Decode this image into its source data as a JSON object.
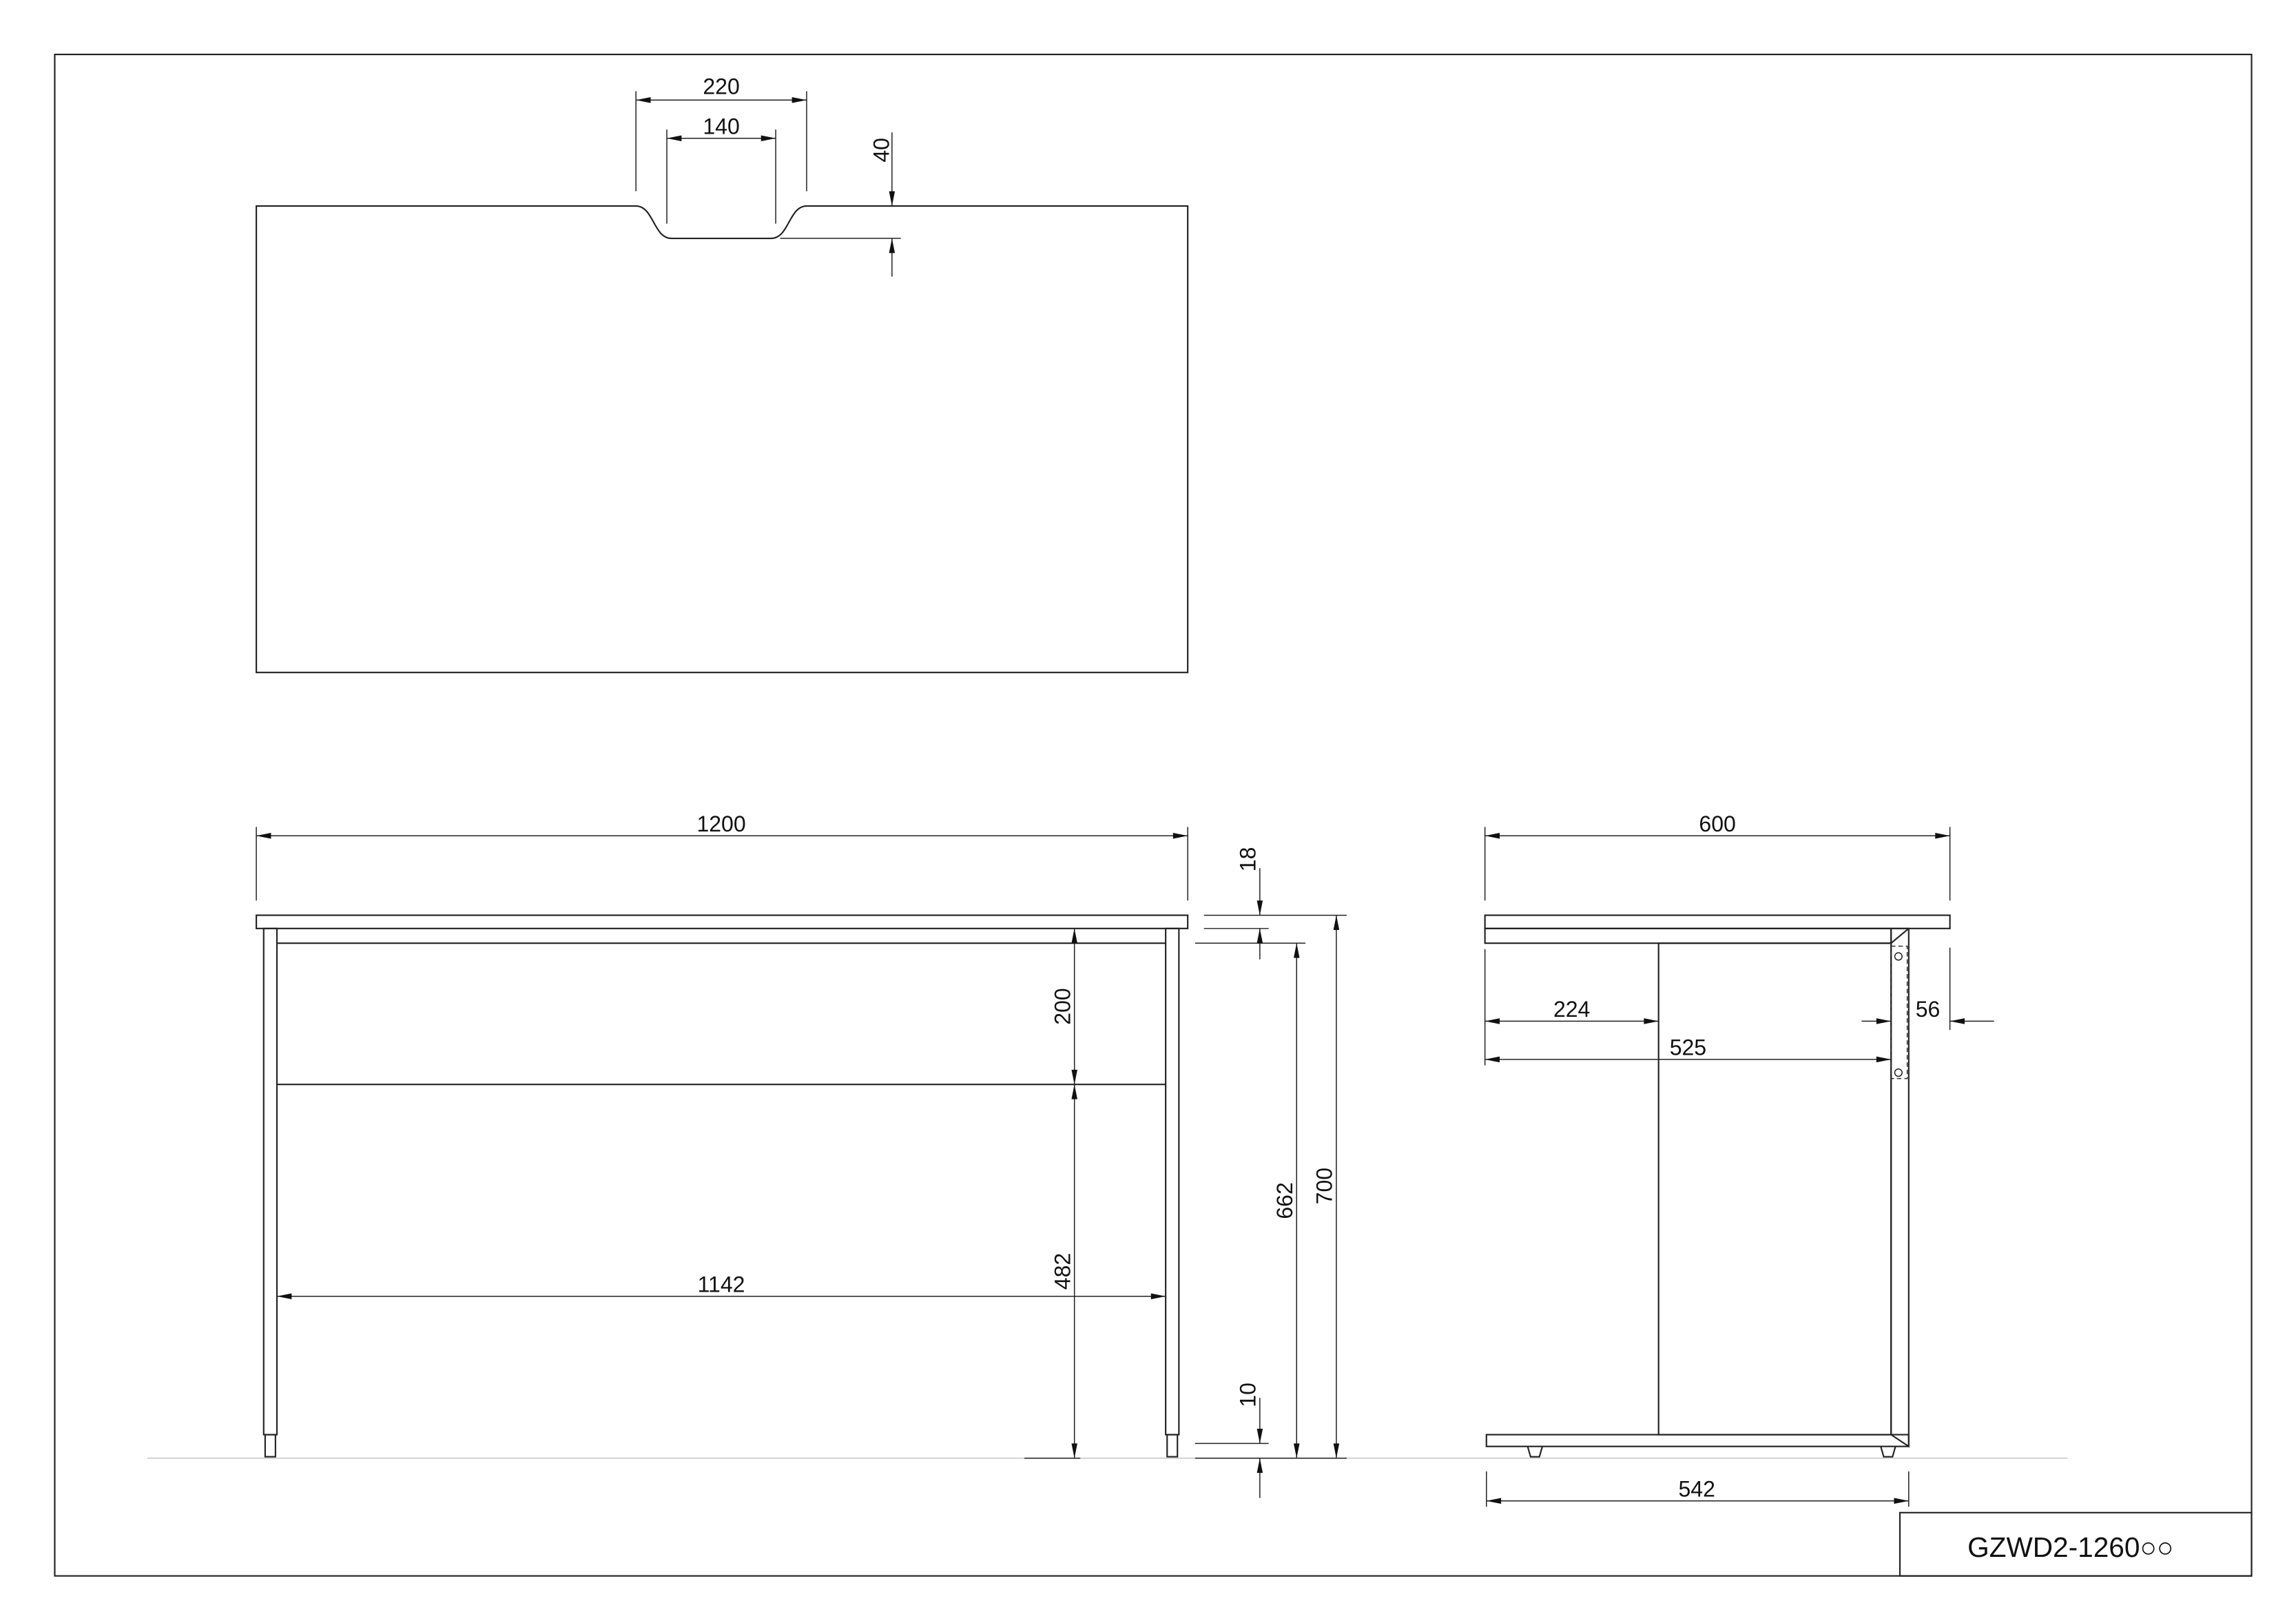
{
  "title_block": {
    "model": "GZWD2-1260○○"
  },
  "top_view": {
    "notch_outer": "220",
    "notch_inner": "140",
    "notch_depth": "40"
  },
  "front_view": {
    "width": "1200",
    "inner_width": "1142",
    "top_thickness": "18",
    "apron_height": "200",
    "knee_height": "482",
    "leg_to_top": "662",
    "total_height": "700",
    "foot_height": "10"
  },
  "side_view": {
    "depth": "600",
    "panel_offset": "224",
    "bracket_offset": "525",
    "bracket_inset": "56",
    "base_depth": "542"
  }
}
